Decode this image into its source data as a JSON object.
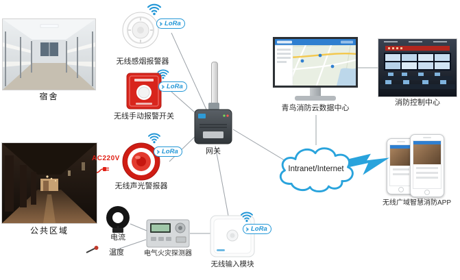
{
  "locations": {
    "dormitory": "宿舍",
    "public_area": "公共区域"
  },
  "devices": {
    "smoke_detector": "无线感烟报警器",
    "manual_alarm": "无线手动报警开关",
    "sound_light_alarm": "无线声光警报器",
    "gateway": "网关",
    "current_sensor": "电流",
    "temperature_sensor": "温度",
    "electrical_fire_detector": "电气火灾探测器",
    "wireless_input_module": "无线输入模块",
    "power_rating": "AC220V",
    "lora_badge": "LoRa"
  },
  "network": {
    "cloud": "Intranet/Internet"
  },
  "centers": {
    "cloud_data_center": "青鸟消防云数据中心",
    "fire_control_center": "消防控制中心",
    "mobile_app": "无线广域智慧消防APP"
  },
  "colors": {
    "lora_blue": "#2196d6",
    "alarm_red": "#d8251c",
    "cloud_stroke": "#29a3dc",
    "connector_gray": "#9aa0a6"
  }
}
